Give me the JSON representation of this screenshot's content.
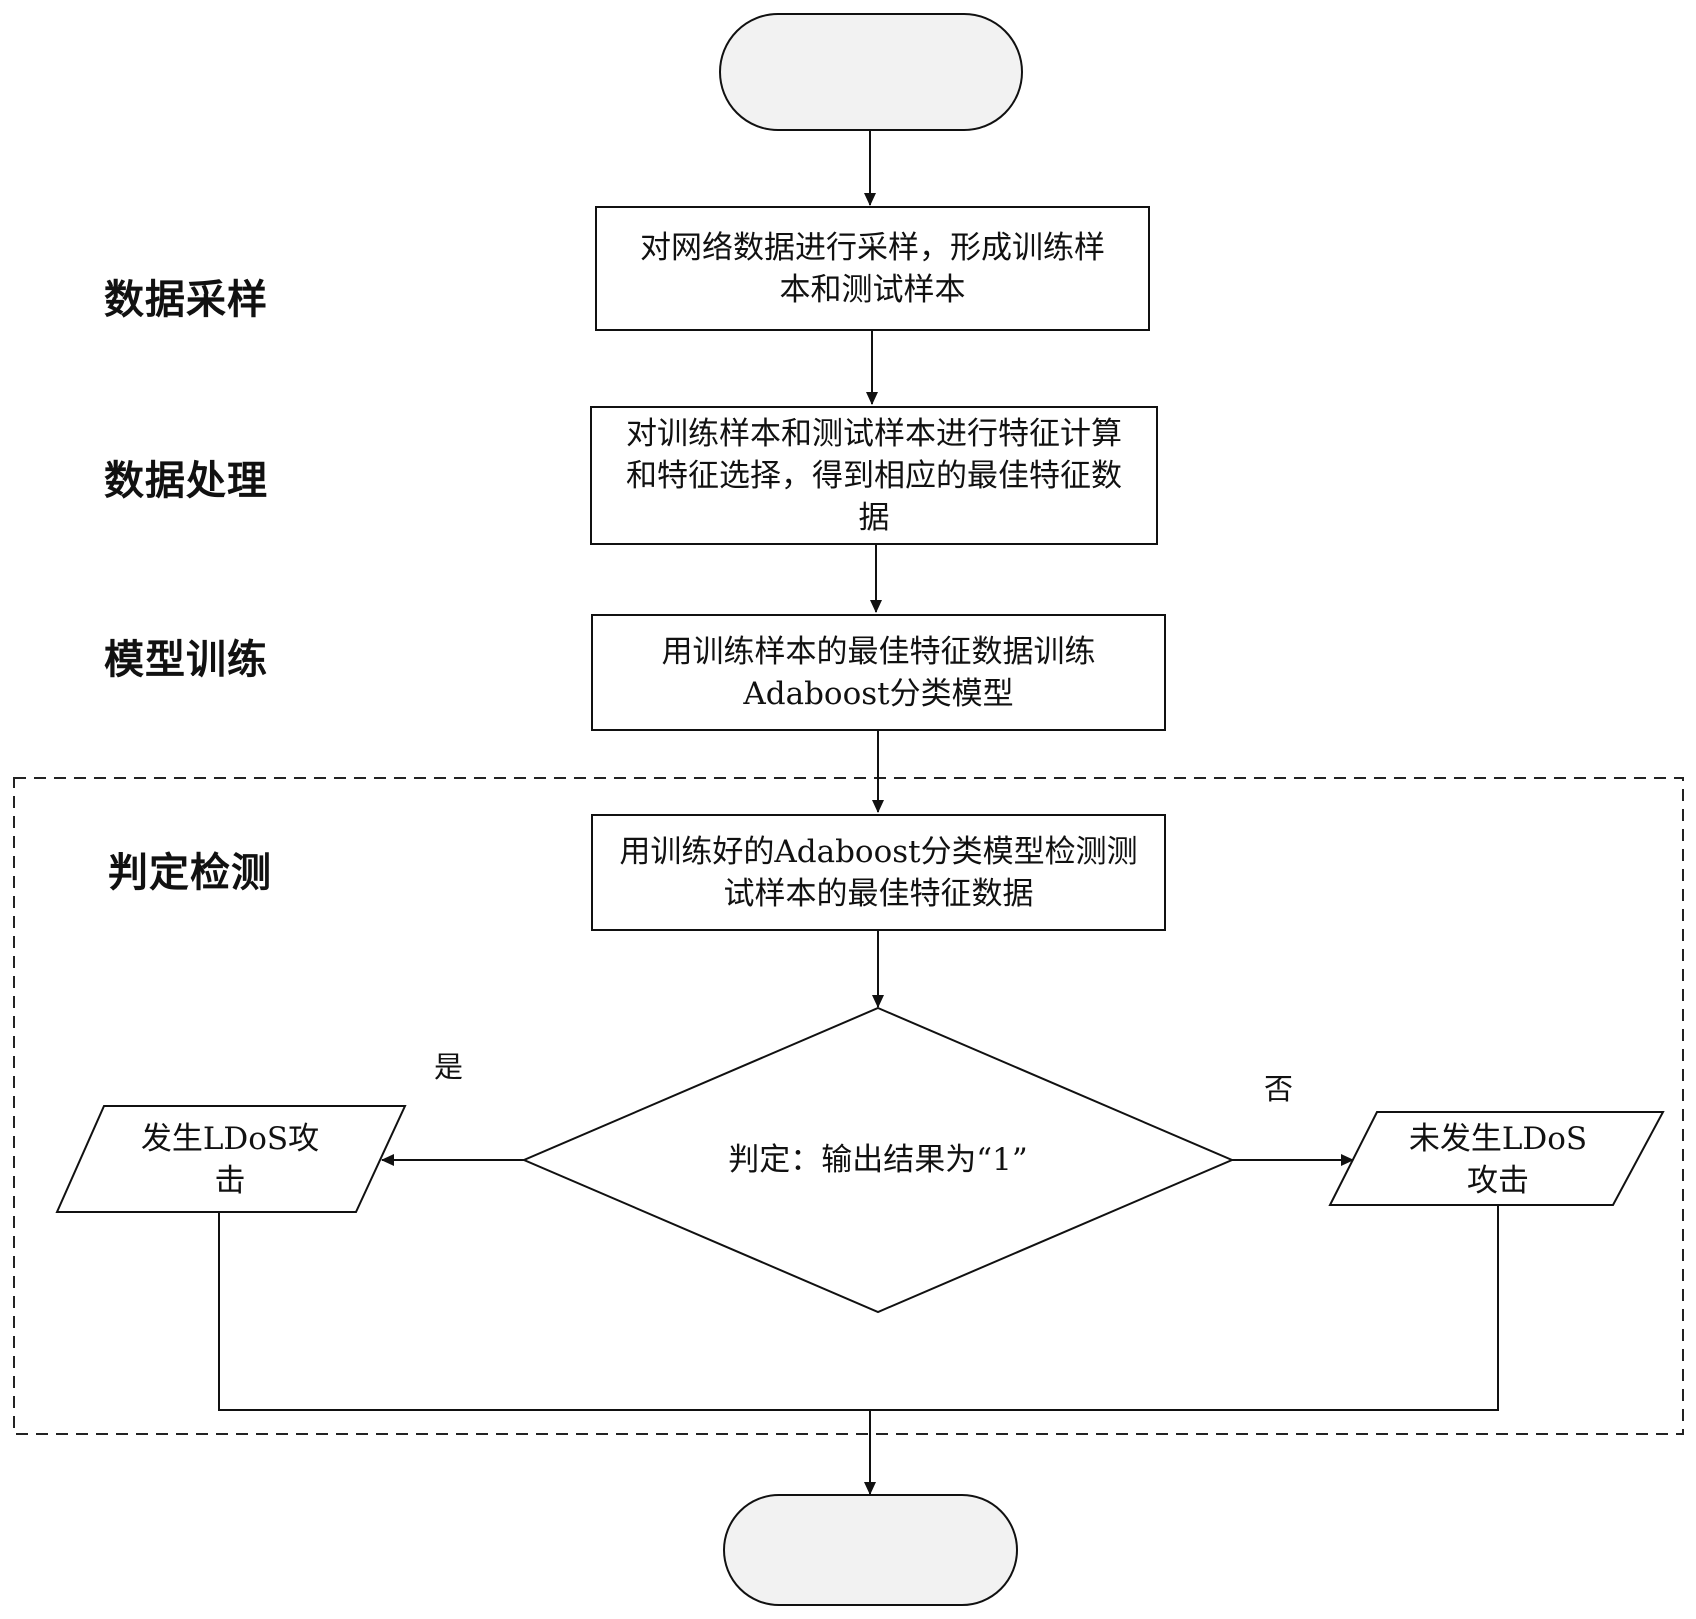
{
  "stages": {
    "sampling": "数据采样",
    "processing": "数据处理",
    "training": "模型训练",
    "detection": "判定检测"
  },
  "start": "",
  "end": "",
  "steps": {
    "sample": {
      "line1": "对网络数据进行采样，形成训练样",
      "line2": "本和测试样本"
    },
    "feature": {
      "line1": "对训练样本和测试样本进行特征计算",
      "line2": "和特征选择，得到相应的最佳特征数",
      "line3": "据"
    },
    "train": {
      "line1": "用训练样本的最佳特征数据训练",
      "line2": "Adaboost分类模型"
    },
    "detect": {
      "line1": "用训练好的Adaboost分类模型检测测",
      "line2": "试样本的最佳特征数据"
    }
  },
  "decision": "判定：输出结果为“1”",
  "branches": {
    "yes": "是",
    "no": "否"
  },
  "outputs": {
    "attack": {
      "line1": "发生LDoS攻",
      "line2": "击"
    },
    "no_attack": {
      "line1": "未发生LDoS",
      "line2": "攻击"
    }
  }
}
